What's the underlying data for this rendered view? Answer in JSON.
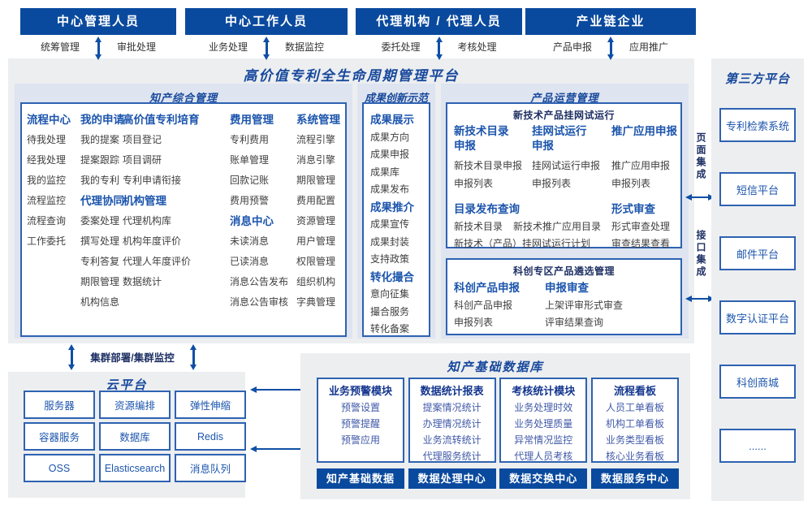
{
  "colors": {
    "primary": "#0a4a9e",
    "title": "#17489c",
    "bluehead": "#1c55ad",
    "navy": "#1d2f63",
    "navy2": "#14368f",
    "border": "#2e62b1",
    "panel": "#dee4f0",
    "gray": "#eceef0",
    "item": "#3f3f3f",
    "itemblue": "#4059a8",
    "arrow": "#0f4fa5",
    "label": "#333333"
  },
  "actors": [
    {
      "title": "中心管理人员",
      "left": "统筹管理",
      "right": "审批处理"
    },
    {
      "title": "中心工作人员",
      "left": "业务处理",
      "right": "数据监控"
    },
    {
      "title": "代理机构 / 代理人员",
      "left": "委托处理",
      "right": "考核处理"
    },
    {
      "title": "产业链企业",
      "left": "产品申报",
      "right": "应用推广"
    }
  ],
  "platform": {
    "title": "高价值专利全生命周期管理平台",
    "ip": {
      "title": "知产综合管理",
      "columns": [
        {
          "groups": [
            {
              "header": "流程中心",
              "items": [
                "待我处理",
                "经我处理",
                "我的监控",
                "流程监控",
                "流程查询",
                "工作委托"
              ]
            }
          ]
        },
        {
          "groups": [
            {
              "header": "我的申请",
              "items": [
                "我的提案",
                "提案跟踪",
                "我的专利"
              ]
            },
            {
              "header": "代理协同",
              "items": [
                "委案处理",
                "撰写处理",
                "专利答复",
                "期限管理",
                "机构信息"
              ]
            }
          ]
        },
        {
          "groups": [
            {
              "header": "高价值专利培育",
              "items": [
                "项目登记",
                "项目调研",
                "专利申请衔接"
              ]
            },
            {
              "header": "机构管理",
              "items": [
                "代理机构库",
                "机构年度评价",
                "代理人年度评价",
                "数据统计"
              ]
            }
          ]
        },
        {
          "groups": [
            {
              "header": "费用管理",
              "items": [
                "专利费用",
                "账单管理",
                "回款记账",
                "费用预警"
              ]
            },
            {
              "header": "消息中心",
              "items": [
                "未读消息",
                "已读消息",
                "消息公告发布",
                "消息公告审核"
              ]
            }
          ]
        },
        {
          "groups": [
            {
              "header": "系统管理",
              "items": [
                "流程引擎",
                "消息引擎",
                "期限管理",
                "费用配置",
                "资源管理",
                "用户管理",
                "权限管理",
                "组织机构",
                "字典管理"
              ]
            }
          ]
        }
      ]
    },
    "achievement": {
      "title": "成果创新示范",
      "groups": [
        {
          "header": "成果展示",
          "items": [
            "成果方向",
            "成果申报",
            "成果库",
            "成果发布"
          ]
        },
        {
          "header": "成果推介",
          "items": [
            "成果宣传",
            "成果封装",
            "支持政策"
          ]
        },
        {
          "header": "转化撮合",
          "items": [
            "意向征集",
            "撮合服务",
            "转化备案"
          ]
        }
      ]
    },
    "product_ops": {
      "title": "产品运营管理",
      "trial": {
        "title": "新技术产品挂网试运行",
        "columns": [
          {
            "header": "新技术目录申报",
            "items": [
              "新技术目录申报",
              "申报列表"
            ]
          },
          {
            "header": "挂网试运行申报",
            "items": [
              "挂网试运行申报",
              "申报列表"
            ]
          },
          {
            "header": "推广应用申报",
            "items": [
              "推广应用申报",
              "申报列表"
            ]
          }
        ],
        "catalog": {
          "header": "目录发布查询",
          "items": [
            "新技术目录",
            "新技术推广应用目录",
            "新技术（产品）挂网试运行计划"
          ]
        },
        "review": {
          "header": "形式审查",
          "items": [
            "形式审查处理",
            "审查结果查看"
          ]
        }
      },
      "selection": {
        "title": "科创专区产品遴选管理",
        "columns": [
          {
            "header": "科创产品申报",
            "items": [
              "科创产品申报",
              "申报列表"
            ]
          },
          {
            "header": "申报审查",
            "items": [
              "上架评审形式审查",
              "评审结果查询"
            ]
          }
        ]
      }
    }
  },
  "integration": {
    "page": "页面集成",
    "api": "接口集成"
  },
  "third_party": {
    "title": "第三方平台",
    "items": [
      "专利检索系统",
      "短信平台",
      "邮件平台",
      "数字认证平台",
      "科创商城",
      "......"
    ]
  },
  "cluster": {
    "label": "集群部署/集群监控"
  },
  "cloud": {
    "title": "云平台",
    "items": [
      "服务器",
      "资源编排",
      "弹性伸缩",
      "容器服务",
      "数据库",
      "Redis",
      "OSS",
      "Elasticsearch",
      "消息队列"
    ]
  },
  "data_platform": {
    "title": "知产基础数据库",
    "modules": [
      {
        "header": "业务预警模块",
        "items": [
          "预警设置",
          "预警提醒",
          "预警应用"
        ]
      },
      {
        "header": "数据统计报表",
        "items": [
          "提案情况统计",
          "办理情况统计",
          "业务流转统计",
          "代理服务统计"
        ]
      },
      {
        "header": "考核统计模块",
        "items": [
          "业务处理时效",
          "业务处理质量",
          "异常情况监控",
          "代理人员考核"
        ]
      },
      {
        "header": "流程看板",
        "items": [
          "人员工单看板",
          "机构工单看板",
          "业务类型看板",
          "核心业务看板"
        ]
      }
    ],
    "bars": [
      "知产基础数据",
      "数据处理中心",
      "数据交换中心",
      "数据服务中心"
    ]
  }
}
